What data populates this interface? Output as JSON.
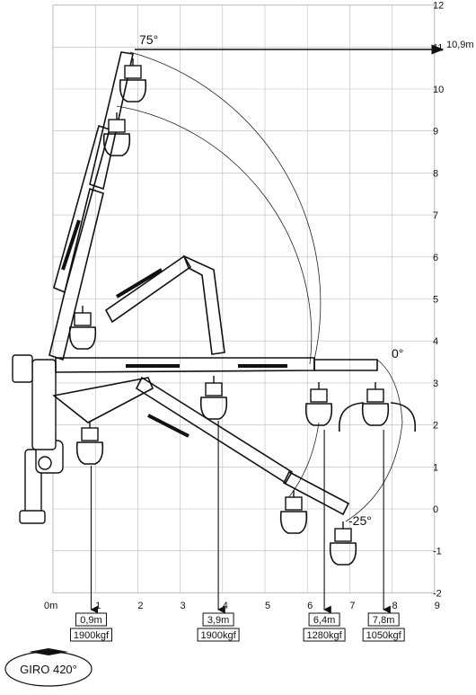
{
  "angles": {
    "top": "75°",
    "level": "0°",
    "down": "-25°"
  },
  "max_height_label": "10,9m",
  "x_axis": {
    "unit_label": "0m",
    "ticks": [
      "1",
      "2",
      "3",
      "4",
      "5",
      "6",
      "7",
      "8",
      "9"
    ]
  },
  "y_axis": {
    "ticks": [
      "12",
      "11",
      "10",
      "9",
      "8",
      "7",
      "6",
      "5",
      "4",
      "3",
      "2",
      "1",
      "0",
      "-1",
      "-2"
    ]
  },
  "load_points": [
    {
      "reach": "0,9m",
      "capacity": "1900kgf"
    },
    {
      "reach": "3,9m",
      "capacity": "1900kgf"
    },
    {
      "reach": "6,4m",
      "capacity": "1280kgf"
    },
    {
      "reach": "7,8m",
      "capacity": "1050kgf"
    }
  ],
  "rotation_label": "GIRO 420°"
}
